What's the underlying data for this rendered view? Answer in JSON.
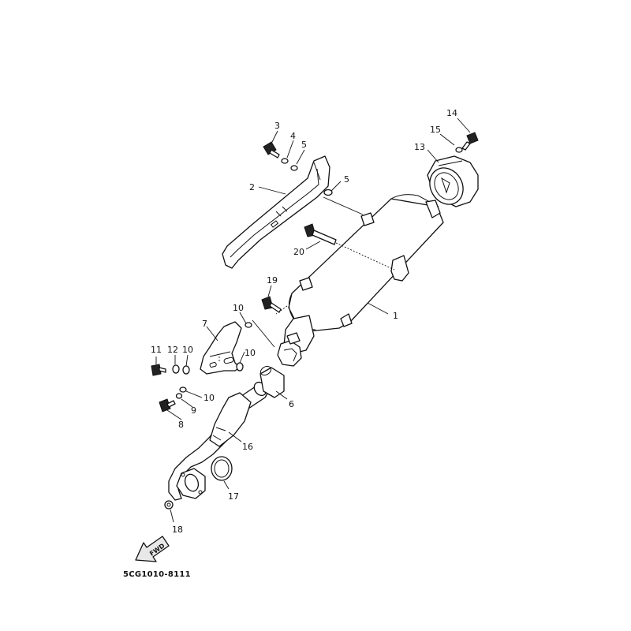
{
  "diagram": {
    "code": "5CG1010-8111",
    "fwd_label": "FWD",
    "callouts": [
      {
        "id": "c1",
        "text": "1"
      },
      {
        "id": "c2",
        "text": "2"
      },
      {
        "id": "c3",
        "text": "3"
      },
      {
        "id": "c4",
        "text": "4"
      },
      {
        "id": "c5a",
        "text": "5"
      },
      {
        "id": "c5b",
        "text": "5"
      },
      {
        "id": "c6",
        "text": "6"
      },
      {
        "id": "c7",
        "text": "7"
      },
      {
        "id": "c8",
        "text": "8"
      },
      {
        "id": "c9",
        "text": "9"
      },
      {
        "id": "c10a",
        "text": "10"
      },
      {
        "id": "c10b",
        "text": "10"
      },
      {
        "id": "c10c",
        "text": "10"
      },
      {
        "id": "c10d",
        "text": "10"
      },
      {
        "id": "c11",
        "text": "11"
      },
      {
        "id": "c12",
        "text": "12"
      },
      {
        "id": "c13",
        "text": "13"
      },
      {
        "id": "c14",
        "text": "14"
      },
      {
        "id": "c15",
        "text": "15"
      },
      {
        "id": "c16",
        "text": "16"
      },
      {
        "id": "c17",
        "text": "17"
      },
      {
        "id": "c18",
        "text": "18"
      },
      {
        "id": "c19",
        "text": "19"
      },
      {
        "id": "c20",
        "text": "20"
      }
    ]
  }
}
